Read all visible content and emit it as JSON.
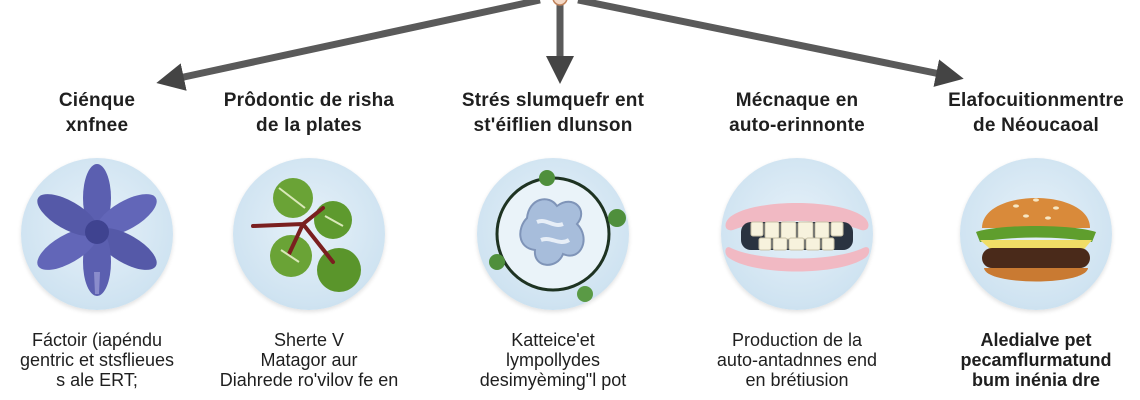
{
  "nodes": [
    {
      "title": [
        "Ciénque",
        "xnfnee"
      ],
      "icon": "flower-icon",
      "desc": [
        "Fáctoir (iapéndu",
        "gentric et stsflieues",
        "s ale ERT;"
      ],
      "bold_desc": false
    },
    {
      "title": [
        "Prôdontic de risha",
        "de la plates"
      ],
      "icon": "leaf-branch-icon",
      "desc": [
        "Sherte V",
        "Matagor aur",
        "Diahrede ro'vilov fe en"
      ],
      "bold_desc": false
    },
    {
      "title": [
        "Strés slumquefr ent",
        "st'éiflien dlunson"
      ],
      "icon": "cell-icon",
      "desc": [
        "Katteice'et",
        "lympollydes",
        "desimyèming\"l pot"
      ],
      "bold_desc": false
    },
    {
      "title": [
        "Mécnaque en",
        "auto-erinnonte"
      ],
      "icon": "teeth-icon",
      "desc": [
        "Production de la",
        "auto-antadnnes end",
        "en brétiusion"
      ],
      "bold_desc": false
    },
    {
      "title": [
        "Elafocuitionmentre",
        "de Néoucaoal"
      ],
      "icon": "burger-icon",
      "desc": [
        "Aledialve pet",
        "pecamflurmatund",
        "bum inénia dre"
      ],
      "bold_desc": true
    }
  ],
  "colors": {
    "arrow": "#555555",
    "circle_bg": "#cfe3f1",
    "flower": "#5b5fb0",
    "leaf": "#5e9a2e",
    "branch": "#7a1f1f"
  }
}
